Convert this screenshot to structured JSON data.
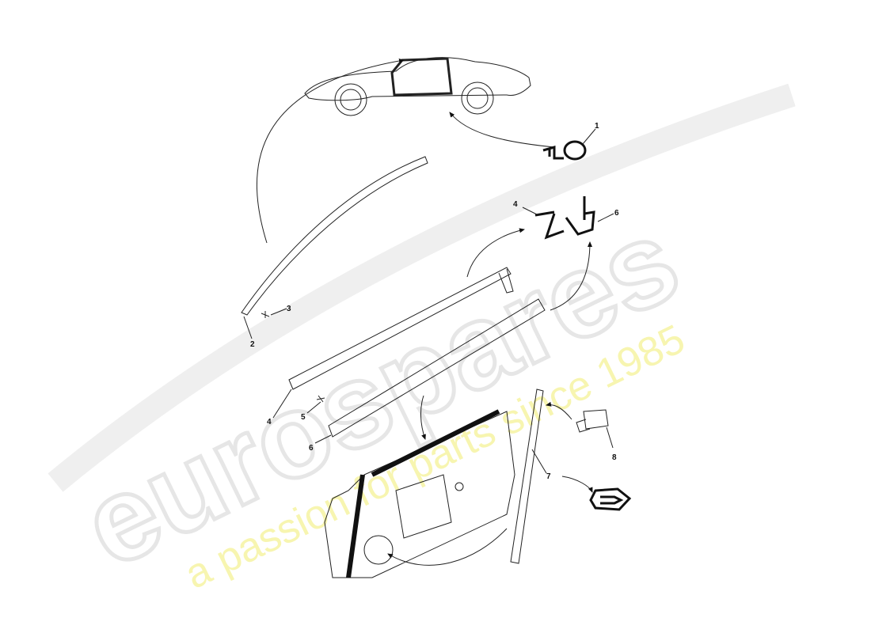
{
  "watermark": {
    "brand": "eurospares",
    "tagline": "a passion for parts since 1985"
  },
  "callouts": [
    {
      "id": "1",
      "label": "1"
    },
    {
      "id": "2",
      "label": "2"
    },
    {
      "id": "3",
      "label": "3"
    },
    {
      "id": "4a",
      "label": "4"
    },
    {
      "id": "6a",
      "label": "6"
    },
    {
      "id": "4b",
      "label": "4"
    },
    {
      "id": "5",
      "label": "5"
    },
    {
      "id": "6b",
      "label": "6"
    },
    {
      "id": "7",
      "label": "7"
    },
    {
      "id": "8",
      "label": "8"
    }
  ]
}
